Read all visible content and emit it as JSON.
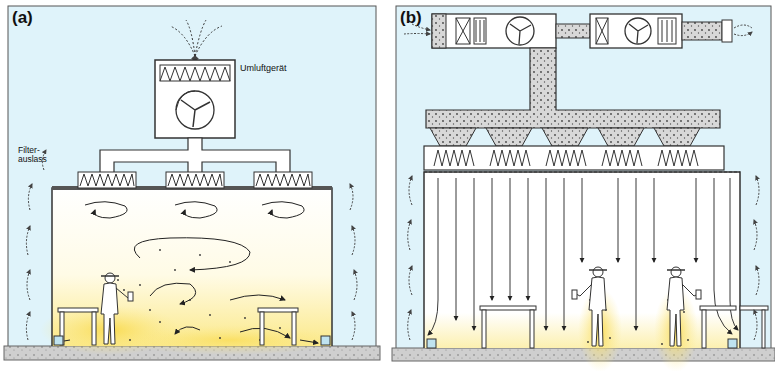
{
  "diagram": {
    "labels": [
      "(a)",
      "(b)",
      "Umluftgerät",
      "Filter- auslass"
    ]
  }
}
